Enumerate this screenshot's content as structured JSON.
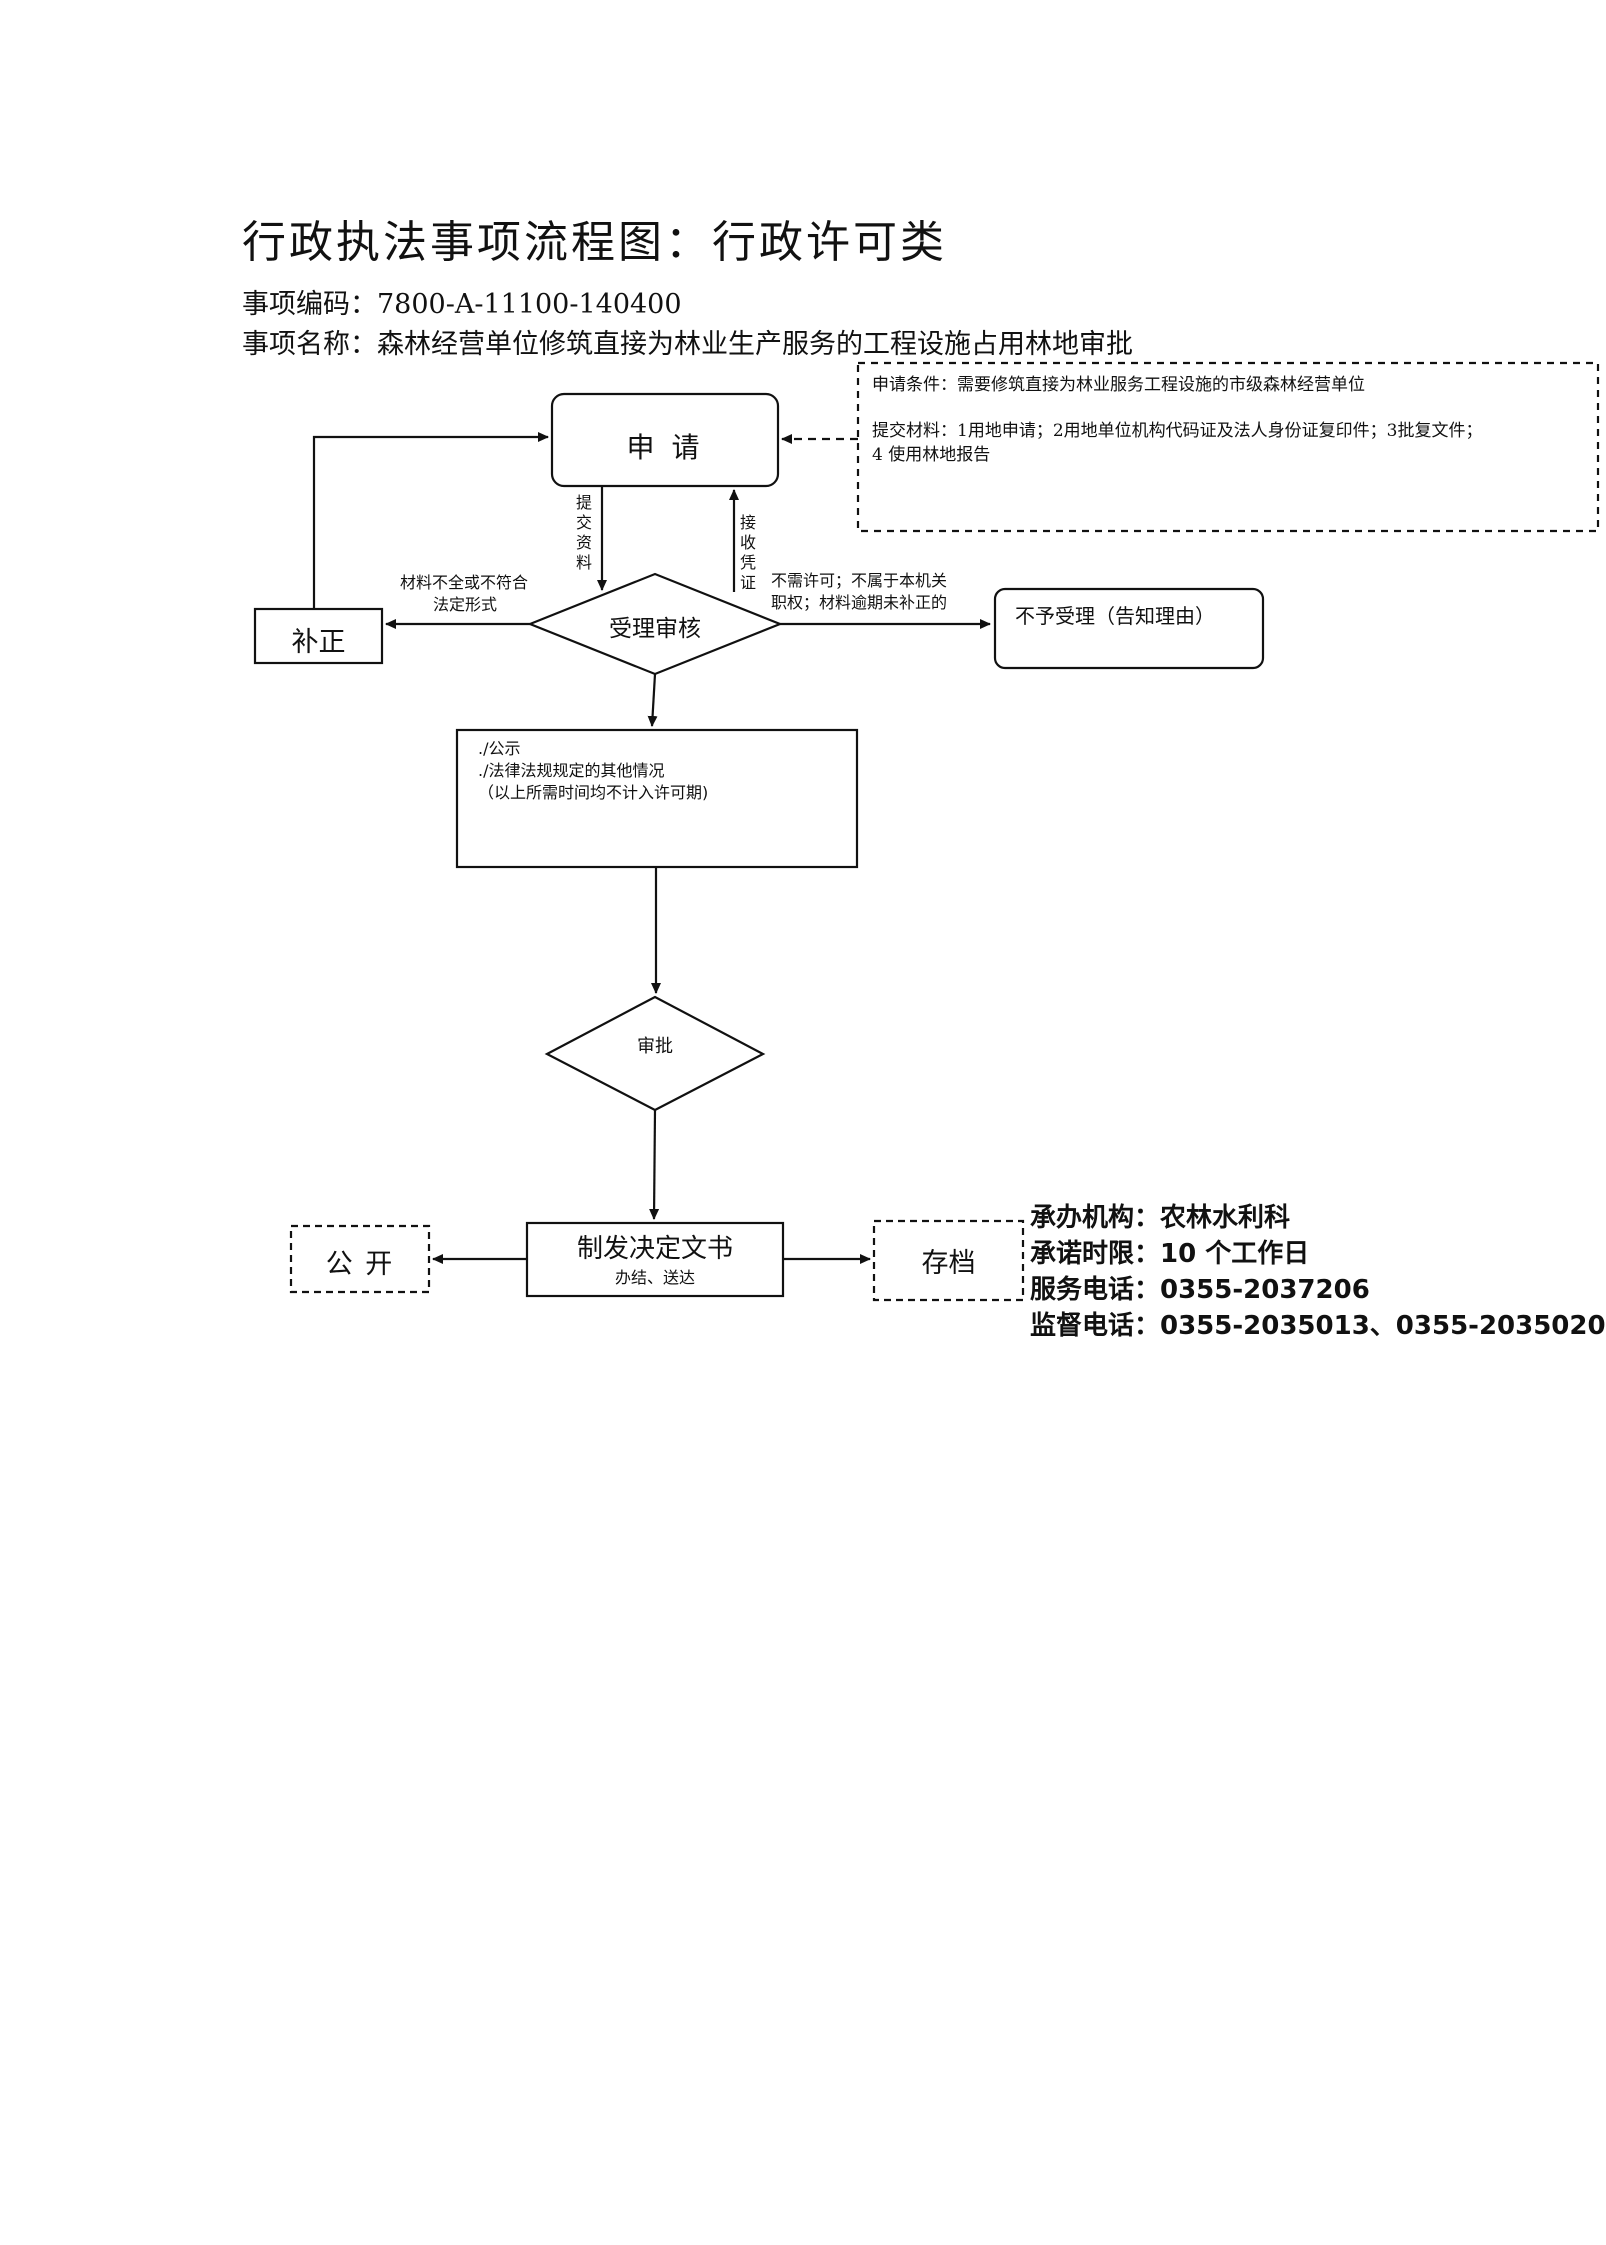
{
  "header": {
    "title": "行政执法事项流程图：行政许可类",
    "code_line": "事项编码：7800-A-11100-140400",
    "name_line": "事项名称：森林经营单位修筑直接为林业生产服务的工程设施占用林地审批"
  },
  "nodes": {
    "apply": "申 请",
    "review": "受理审核",
    "correct": "补正",
    "reject": "不予受理（告知理由）",
    "other_lines": [
      "./公示",
      "./法律法规规定的其他情况",
      "（以上所需时间均不计入许可期)"
    ],
    "approve": "审批",
    "decision": "制发决定文书",
    "decision_sub": "办结、送达",
    "publish": "公 开",
    "archive": "存档"
  },
  "edge_labels": {
    "submit": "提交资料",
    "receipt": "接收凭证",
    "incomplete_lines": [
      "材料不全或不符合",
      "法定形式"
    ],
    "no_permit_lines": [
      "不需许可；不属于本机关",
      "职权；材料逾期未补正的"
    ]
  },
  "conditions": {
    "line1": "申请条件：需要修筑直接为林业服务工程设施的市级森林经营单位",
    "line2": "提交材料：1用地申请；2用地单位机构代码证及法人身份证复印件；3批复文件；",
    "line3": "4 使用林地报告"
  },
  "contact": {
    "org": "承办机构：农林水利科",
    "limit": "承诺时限：10 个工作日",
    "service_phone": "服务电话：0355-2037206",
    "supervise_phone": "监督电话：0355-2035013、0355-2035020"
  }
}
